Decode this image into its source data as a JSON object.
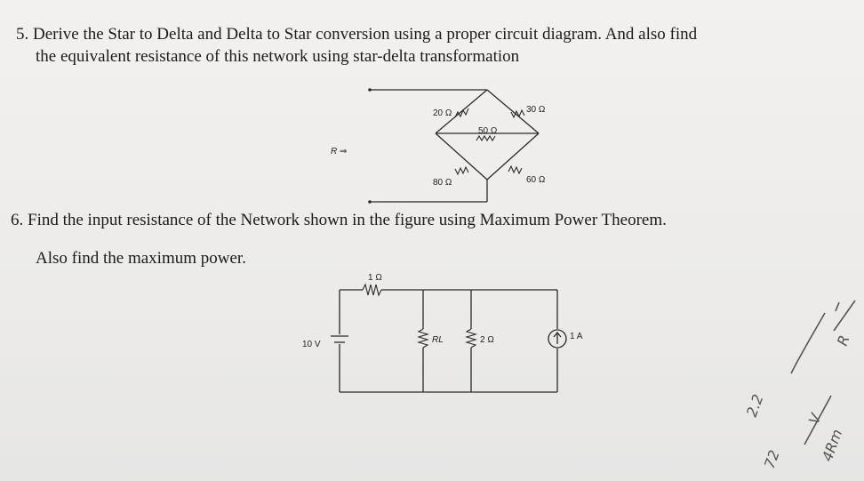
{
  "question5": {
    "line1": "5. Derive the Star to Delta and Delta to Star conversion using a proper circuit diagram. And also find",
    "line2": "the equivalent resistance of this network using star-delta transformation"
  },
  "circuit1": {
    "input_label": "R ⇒",
    "r_top_left": "20 Ω",
    "r_top_right": "30 Ω",
    "r_middle": "50 Ω",
    "r_bottom_left": "80 Ω",
    "r_bottom_right": "60 Ω"
  },
  "question6": {
    "line1": "6. Find the input resistance of the Network shown in the figure using Maximum Power Theorem.",
    "line2": "Also find the maximum power."
  },
  "circuit2": {
    "r_series": "1 Ω",
    "source_voltage": "10 V",
    "load": "RL",
    "r_shunt": "2 Ω",
    "current_source": "1 A"
  },
  "handwriting": {
    "note1": "2.2",
    "note2": "72",
    "note3": "4Rm",
    "note4": "R",
    "note5": "V"
  }
}
